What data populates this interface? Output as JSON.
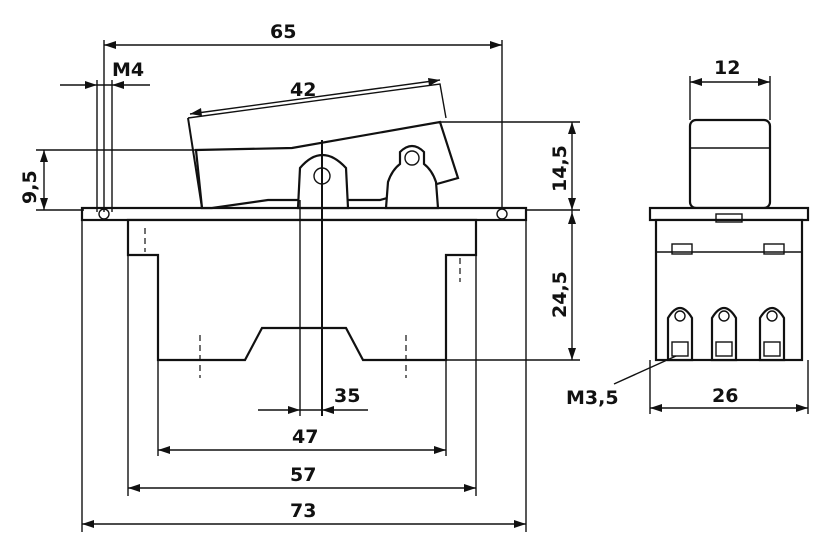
{
  "front_view": {
    "dimensions": {
      "overall_length": "65",
      "mounting_thread": "M4",
      "actuator_length": "42",
      "actuator_height": "9,5",
      "actuator_travel": "14,5",
      "body_height": "24,5",
      "pitch_small": "35",
      "pitch_medium": "47",
      "body_width": "57",
      "plate_length": "73"
    }
  },
  "side_view": {
    "dimensions": {
      "actuator_width": "12",
      "terminal_thread": "M3,5",
      "body_depth": "26"
    }
  }
}
